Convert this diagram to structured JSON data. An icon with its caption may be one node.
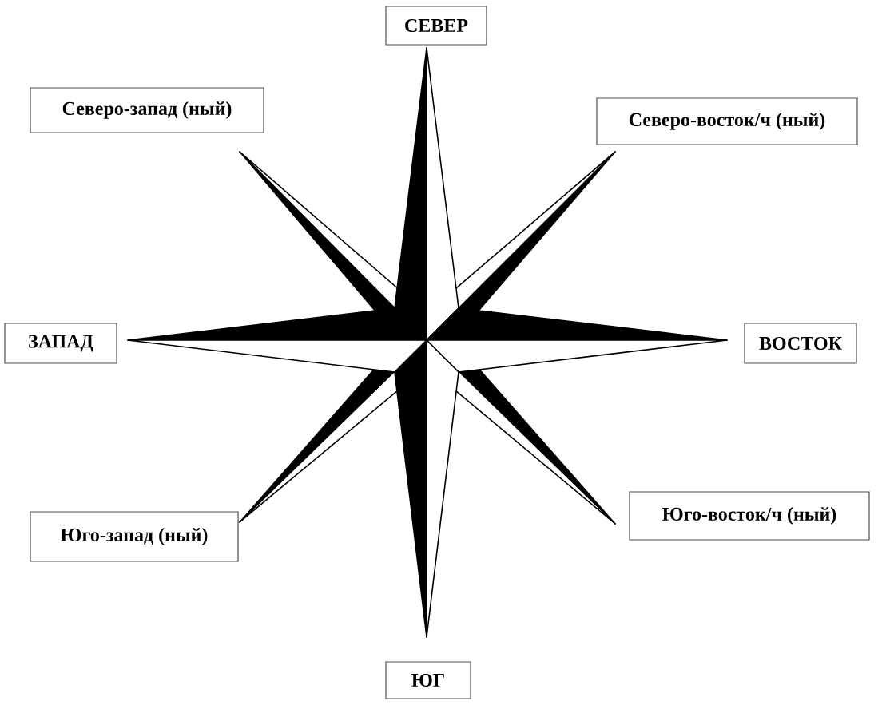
{
  "diagram": {
    "nodes": [
      {
        "text": [
          "СЕВЕР"
        ]
      },
      {
        "text": [
          "Северо-запад (ный)"
        ]
      },
      {
        "text": [
          "Северо-восток/ч (ный)"
        ]
      },
      {
        "text": [
          "ЗАПАД"
        ]
      },
      {
        "text": [
          "ВОСТОК"
        ]
      },
      {
        "text": [
          "Юго-запад (ный)"
        ]
      },
      {
        "text": [
          "Юго-восток/ч (ный)"
        ]
      },
      {
        "text": [
          "ЮГ"
        ]
      }
    ]
  }
}
